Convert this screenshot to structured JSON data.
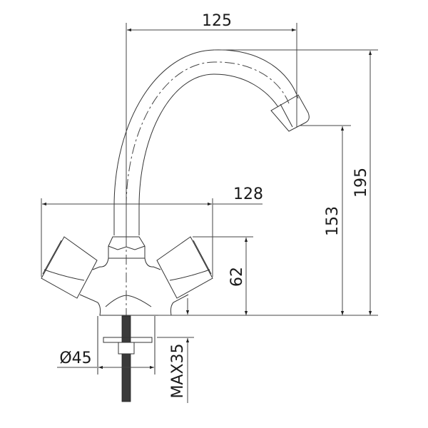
{
  "drawing": {
    "subject": "Two-handle basin mixer faucet with swivel spout",
    "units": "mm",
    "stroke_color": "#333333",
    "background": "#ffffff"
  },
  "dimensions": {
    "spout_reach": "125",
    "handle_span": "128",
    "total_height": "195",
    "spout_outlet_height": "153",
    "handle_height": "62",
    "base_diameter": "Ø45",
    "max_deck_thickness": "MAX35"
  }
}
